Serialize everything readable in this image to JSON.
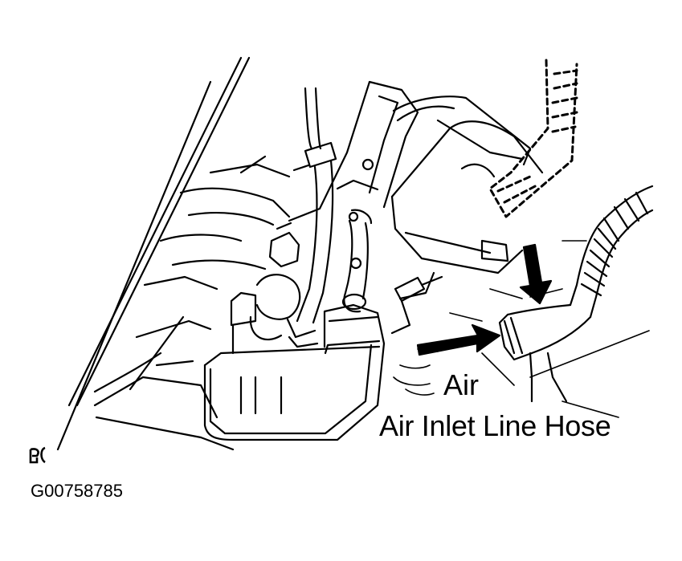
{
  "labels": {
    "air": "Air",
    "component": "Air Inlet Line Hose",
    "figure_id": "G00758785"
  },
  "icons": {
    "corner_mark": "printer-mark-icon",
    "flow_arrow": "air-flow-arrow-icon",
    "direction_arrow": "down-arrow-icon"
  },
  "colors": {
    "ink": "#000000",
    "paper": "#ffffff"
  }
}
